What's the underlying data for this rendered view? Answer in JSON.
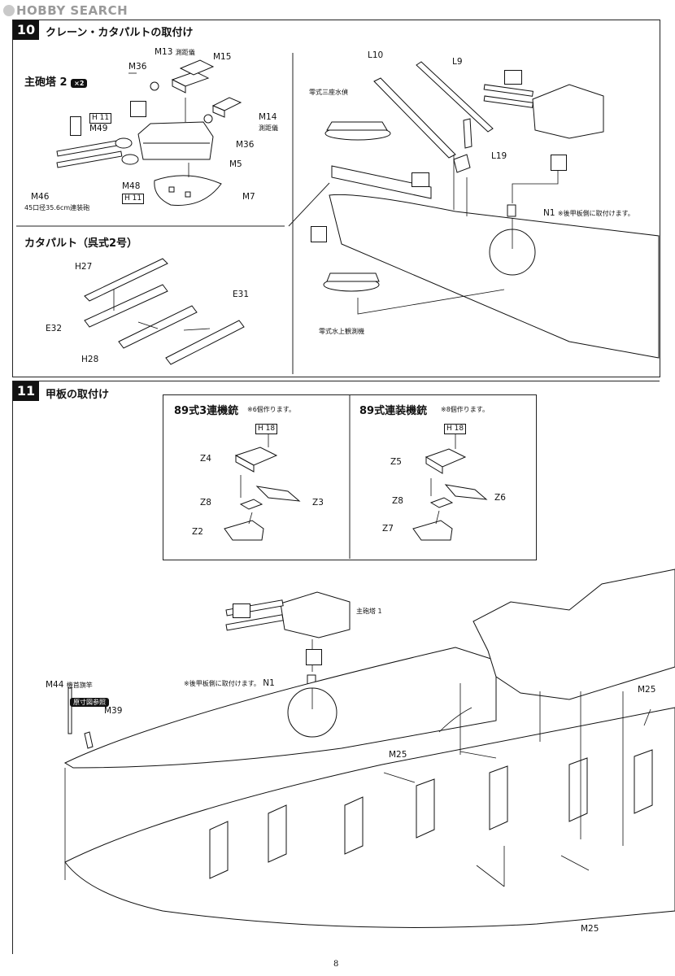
{
  "watermark": "HOBBY SEARCH",
  "step10": {
    "number": "10",
    "title": "クレーン・カタパルトの取付け",
    "turret_heading": "主砲塔 2",
    "turret_qty": "×2",
    "catapult_heading": "カタパルト（呉式2号）",
    "labels": {
      "m13": "M13",
      "m13_note": "測距儀",
      "m15": "M15",
      "m36a": "M36",
      "m36b": "M36",
      "m14": "M14",
      "m14_note": "測距儀",
      "h11a": "H 11",
      "m49": "M49",
      "m48": "M48",
      "h11b": "H 11",
      "m5": "M5",
      "m7": "M7",
      "m46": "M46",
      "m46_note": "45口径35.6cm連装砲",
      "l10": "L10",
      "l9": "L9",
      "l19": "L19",
      "seaplane1": "零式三座水偵",
      "seaplane2": "零式水上観測機",
      "n1": "N1",
      "n1_note": "※後甲板側に取付けます。",
      "h27": "H27",
      "e31": "E31",
      "e32": "E32",
      "h28": "H28"
    }
  },
  "step11": {
    "number": "11",
    "title": "甲板の取付け",
    "inset1_title": "89式3連機銃",
    "inset1_note": "※6個作ります。",
    "inset2_title": "89式連装機銃",
    "inset2_note": "※8個作ります。",
    "labels": {
      "h18a": "H 18",
      "z4": "Z4",
      "z8a": "Z8",
      "z3": "Z3",
      "z2": "Z2",
      "h18b": "H 18",
      "z5": "Z5",
      "z8b": "Z8",
      "z6": "Z6",
      "z7": "Z7",
      "turret1": "主砲塔 1",
      "n1_note": "※後甲板側に取付けます。",
      "n1": "N1",
      "m44": "M44",
      "m44_note": "機首旗竿",
      "ref_badge": "原寸図参照",
      "m39": "M39",
      "m25a": "M25",
      "m25b": "M25",
      "m25c": "M25"
    }
  },
  "page_number": "8"
}
